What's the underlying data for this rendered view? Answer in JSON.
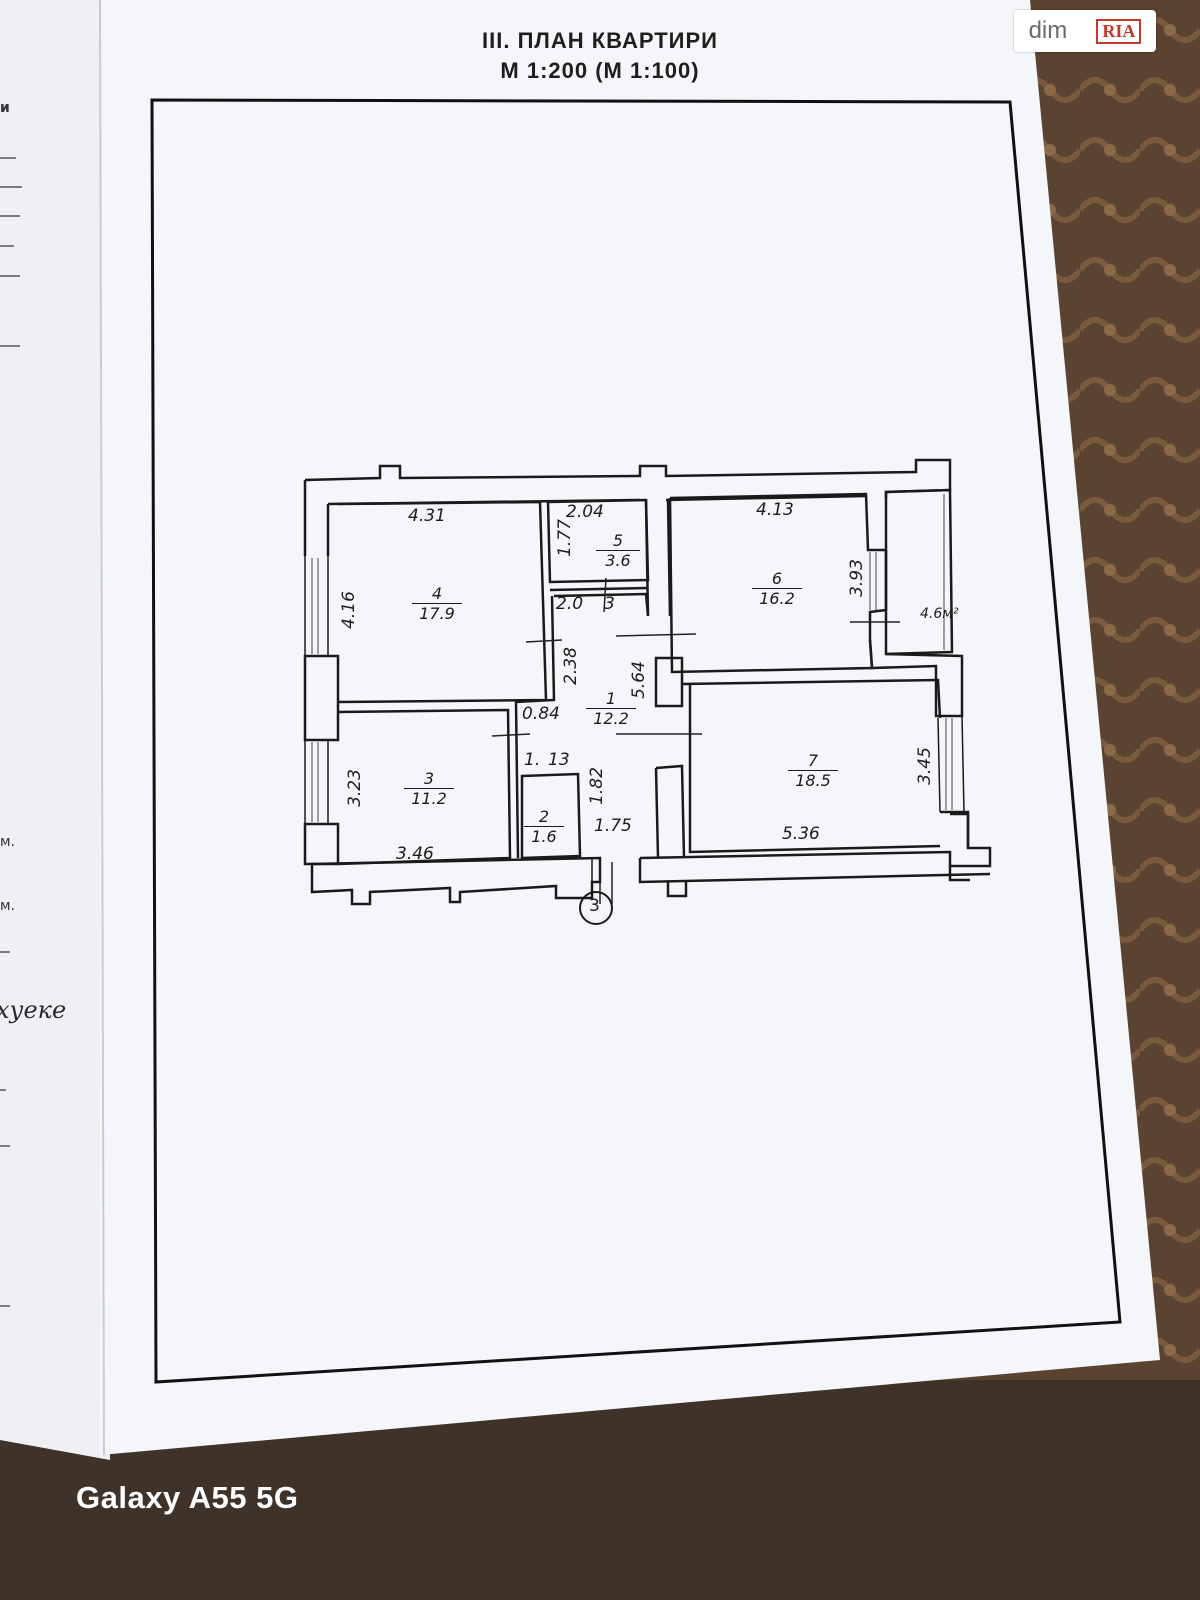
{
  "document": {
    "title": "III. ПЛАН КВАРТИРИ",
    "scale": "М 1:200 (М 1:100)"
  },
  "watermark": {
    "dim": "dim",
    "ria": "RIA"
  },
  "camera_label": "Galaxy A55 5G",
  "left_page": {
    "marks": [
      "и",
      "м.",
      "м."
    ],
    "handwriting": "хуеке"
  },
  "plan": {
    "entrance": "3",
    "rooms": [
      {
        "number": "1",
        "area": "12.2"
      },
      {
        "number": "2",
        "area": "1.6"
      },
      {
        "number": "3",
        "area": "11.2"
      },
      {
        "number": "4",
        "area": "17.9"
      },
      {
        "number": "5",
        "area": "3.6"
      },
      {
        "number": "6",
        "area": "16.2"
      },
      {
        "number": "7",
        "area": "18.5"
      }
    ],
    "balcony_area": "4.6м²",
    "dimensions": {
      "d431": "4.31",
      "d204": "2.04",
      "d177": "1.77",
      "d416": "4.16",
      "d20": "2.0",
      "d3": "3",
      "d238": "2.38",
      "d564": "5.64",
      "d084": "0.84",
      "d1": "1.",
      "d13": "13",
      "d182": "1.82",
      "d175": "1.75",
      "d323": "3.23",
      "d346": "3.46",
      "d413": "4.13",
      "d393": "3.93",
      "d345": "3.45",
      "d536": "5.36"
    }
  }
}
